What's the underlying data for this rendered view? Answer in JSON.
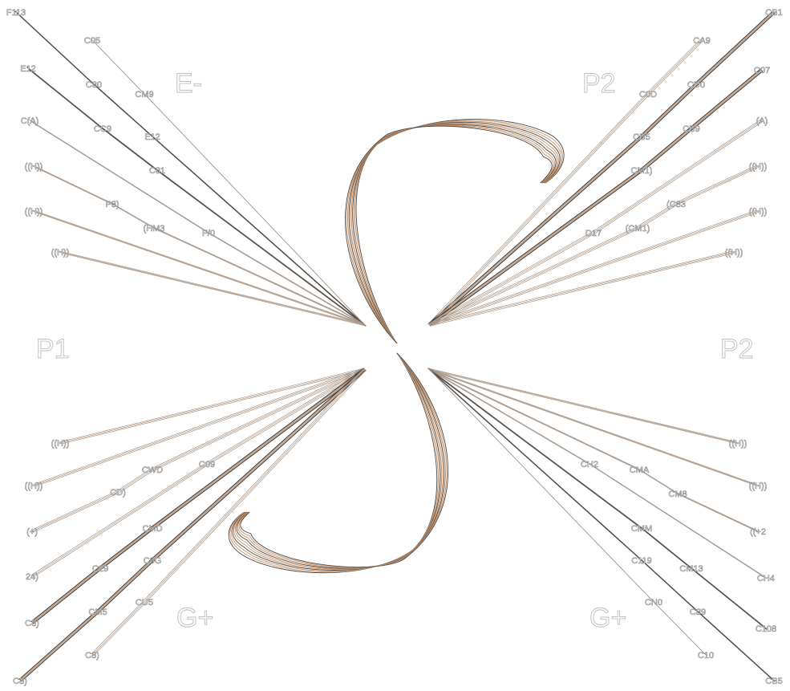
{
  "big_labels": {
    "top_left": "E-",
    "top_right": "P2",
    "mid_left": "P1",
    "mid_right": "P2",
    "bottom_left": "G+",
    "bottom_right": "G+"
  },
  "quadrants": {
    "top_left": [
      [
        "F113",
        "C80",
        "E12"
      ],
      [
        "C05",
        "CM9"
      ],
      [
        "E12",
        "CC9",
        "C81"
      ],
      [
        "C(A)",
        "F/0"
      ],
      [
        "((H))",
        "P8)",
        "(HM3"
      ],
      [
        "((H))"
      ],
      [
        "((H))"
      ]
    ],
    "top_right": [
      [
        "CB1",
        "CD0",
        "CB5"
      ],
      [
        "CA9",
        "C0D"
      ],
      [
        "C07",
        "CB9",
        "CM1)"
      ],
      [
        "(A)",
        "D17"
      ],
      [
        "((H))",
        "(C83",
        "(CM1)"
      ],
      [
        "((H))"
      ],
      [
        "((H))"
      ]
    ],
    "bottom_left": [
      [
        "((H))"
      ],
      [
        "((H))"
      ],
      [
        "(+)",
        "CD)",
        "CWD"
      ],
      [
        "24)",
        "C09"
      ],
      [
        "C8)",
        "C29",
        "CMD"
      ],
      [
        "C8)",
        "CM5",
        "C8G"
      ],
      [
        "C8)",
        "CU5"
      ]
    ],
    "bottom_right": [
      [
        "((H))"
      ],
      [
        "((H))"
      ],
      [
        "((+2",
        "CM8",
        "CMA"
      ],
      [
        "CH4",
        "CH2"
      ],
      [
        "C108",
        "CM13",
        "CMM"
      ],
      [
        "CB5",
        "C89",
        "C119"
      ],
      [
        "C10",
        "CN0"
      ]
    ]
  },
  "colors": {
    "copper": "#c8946a",
    "graphite": "#4a4a4a",
    "label_outline": "#8a8a8a"
  }
}
